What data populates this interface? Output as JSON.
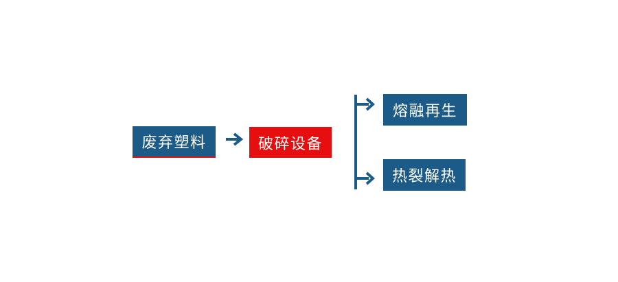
{
  "diagram": {
    "background": "#ffffff",
    "colors": {
      "primary_blue": "#1c5a87",
      "accent_red": "#e60e0e",
      "text": "#ffffff"
    },
    "nodes": {
      "waste": {
        "label": "废弃塑料",
        "fill": "#1c5a87",
        "underline": "#e60e0e"
      },
      "crush": {
        "label": "破碎设备",
        "fill": "#e60e0e"
      },
      "melt": {
        "label": "熔融再生",
        "fill": "#1c5a87"
      },
      "pyro": {
        "label": "热裂解热",
        "fill": "#1c5a87"
      }
    },
    "connectors": {
      "main_arrow": "right-arrow from waste to crush",
      "branch": {
        "shape": "vertical line with two right arrows",
        "targets": [
          "melt",
          "pyro"
        ]
      }
    }
  }
}
